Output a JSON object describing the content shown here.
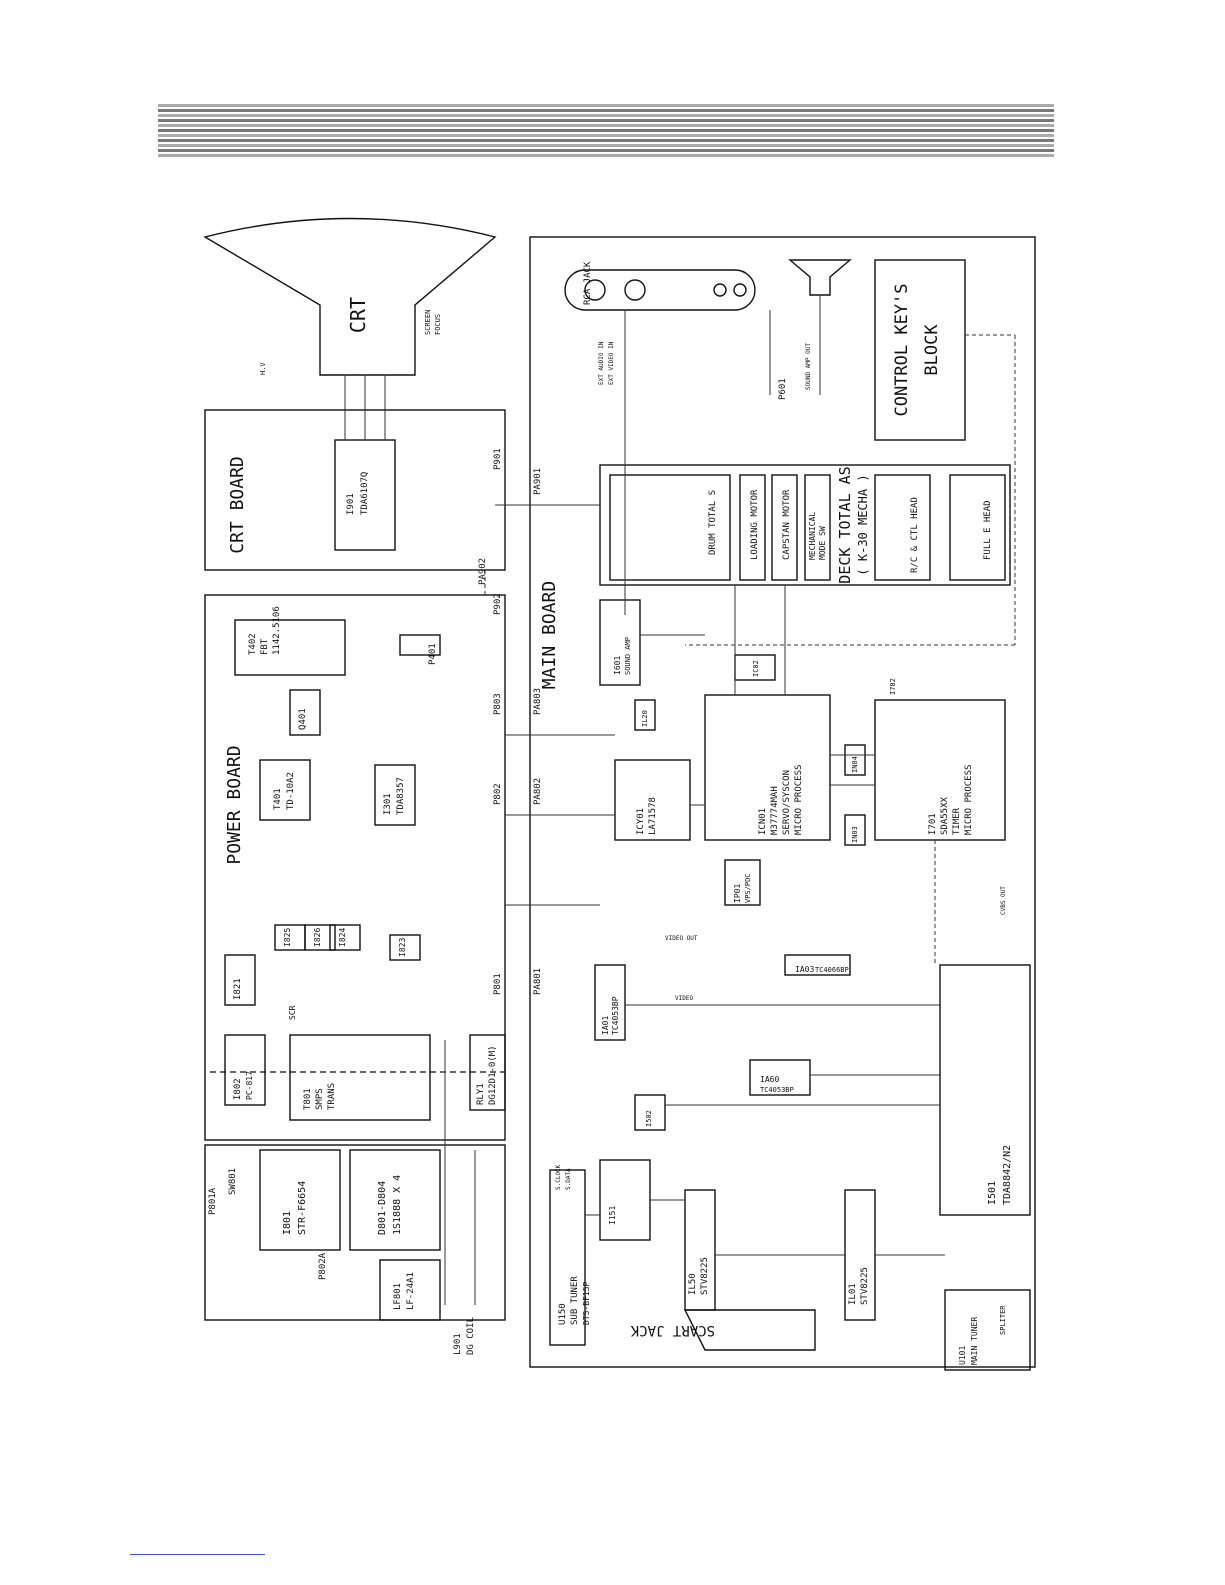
{
  "boards": {
    "crt": "CRT",
    "crt_board": "CRT BOARD",
    "power_board": "POWER BOARD",
    "main_board": "MAIN BOARD",
    "deck_total": "DECK TOTAL AS",
    "deck_mecha": "( K-30 MECHA )",
    "control_block_line1": "CONTROL KEY'S",
    "control_block_line2": "BLOCK"
  },
  "crt_labels": {
    "screen": "SCREEN",
    "focus": "FOCUS",
    "hv": "H.V"
  },
  "connectors": {
    "pa902": "PA902",
    "p902": "P902",
    "pa901": "PA901",
    "p901": "P901",
    "p803": "P803",
    "pa803": "PA803",
    "p802": "P802",
    "pa802": "PA802",
    "p801": "P801",
    "pa801": "PA801",
    "p401": "P401",
    "p601": "P601",
    "p801a": "P801A",
    "p802a": "P802A"
  },
  "components": {
    "i901": "I901",
    "i901_part": "TDA6107Q",
    "t402": "T402",
    "t402_a": "FBT",
    "t402_b": "1142.5106",
    "q401": "Q401",
    "t401": "T401",
    "t401_part": "TD-10A2",
    "i301": "I301",
    "i301_part": "TDA8357",
    "i821": "I821",
    "i825": "I825",
    "i826": "I826",
    "i824": "I824",
    "i823": "I823",
    "scr": "SCR",
    "i802": "I802",
    "i802_part": "PC-817",
    "t801": "T801",
    "t801_a": "SMPS",
    "t801_b": "TRANS",
    "rly1": "RLY1",
    "rly1_part": "DG12D1-0(M)",
    "i801": "I801",
    "i801_part": "STR-F6654",
    "d801": "D801-D804",
    "d801_part": "1S1888 X 4",
    "lf801": "LF801",
    "lf801_part": "LF-24A1",
    "sw801": "SW801",
    "l901": "L901",
    "l901_part": "DG COIL",
    "rca": "RCA JACK",
    "drum": "DRUM TOTAL S",
    "loading": "LOADING MOTOR",
    "capstan": "CAPSTAN MOTOR",
    "mech_a": "MECHANICAL",
    "mech_b": "MODE SW",
    "rc_head": "R/C & CTL HEAD",
    "full_e": "FULL E HEAD",
    "i601": "I601",
    "i601_a": "SOUND AMP",
    "ic02": "IC02",
    "il20": "IL20",
    "icy01": "ICY01",
    "icy01_part": "LA71578",
    "icn01": "ICN01",
    "icn01_a": "M37774MAH",
    "icn01_b": "SERVO/SYSCON",
    "icn01_c": "MICRO PROCESS",
    "in04": "IN04",
    "in03": "IN03",
    "i702": "I702",
    "i701": "I701",
    "i701_a": "SDA55XX",
    "i701_b": "TIMER",
    "i701_c": "MICRO PROCESS",
    "ip01": "IP01",
    "ip01_part": "VPS/PDC",
    "ia01": "IA01",
    "ia01_part": "TC4053BP",
    "ia03": "IA03",
    "ia03_part": "TC4066BP",
    "i502": "I502",
    "ia60": "IA60",
    "ia60_part": "TC4053BP",
    "i501": "I501",
    "i501_part": "TDA8842/N2",
    "u150": "U150",
    "u150_a": "SUB TUNER",
    "u150_b": "DT5-BF15P",
    "i151": "I151",
    "il50": "IL50",
    "il50_part": "STV8225",
    "il01": "IL01",
    "il01_part": "STV8225",
    "scart": "SCART JACK",
    "u101": "U101",
    "u101_a": "MAIN TUNER",
    "u101_b": "SPLITER"
  },
  "signals": {
    "video_out": "VIDEO OUT",
    "ext_audio_in": "EXT AUDIO IN",
    "ext_video_in": "EXT VIDEO IN",
    "sound_amp_out": "SOUND AMP OUT",
    "cvbs_out": "CVBS OUT",
    "s_clock": "S.CLOCK",
    "s_data": "S.DATA",
    "video": "VIDEO"
  }
}
